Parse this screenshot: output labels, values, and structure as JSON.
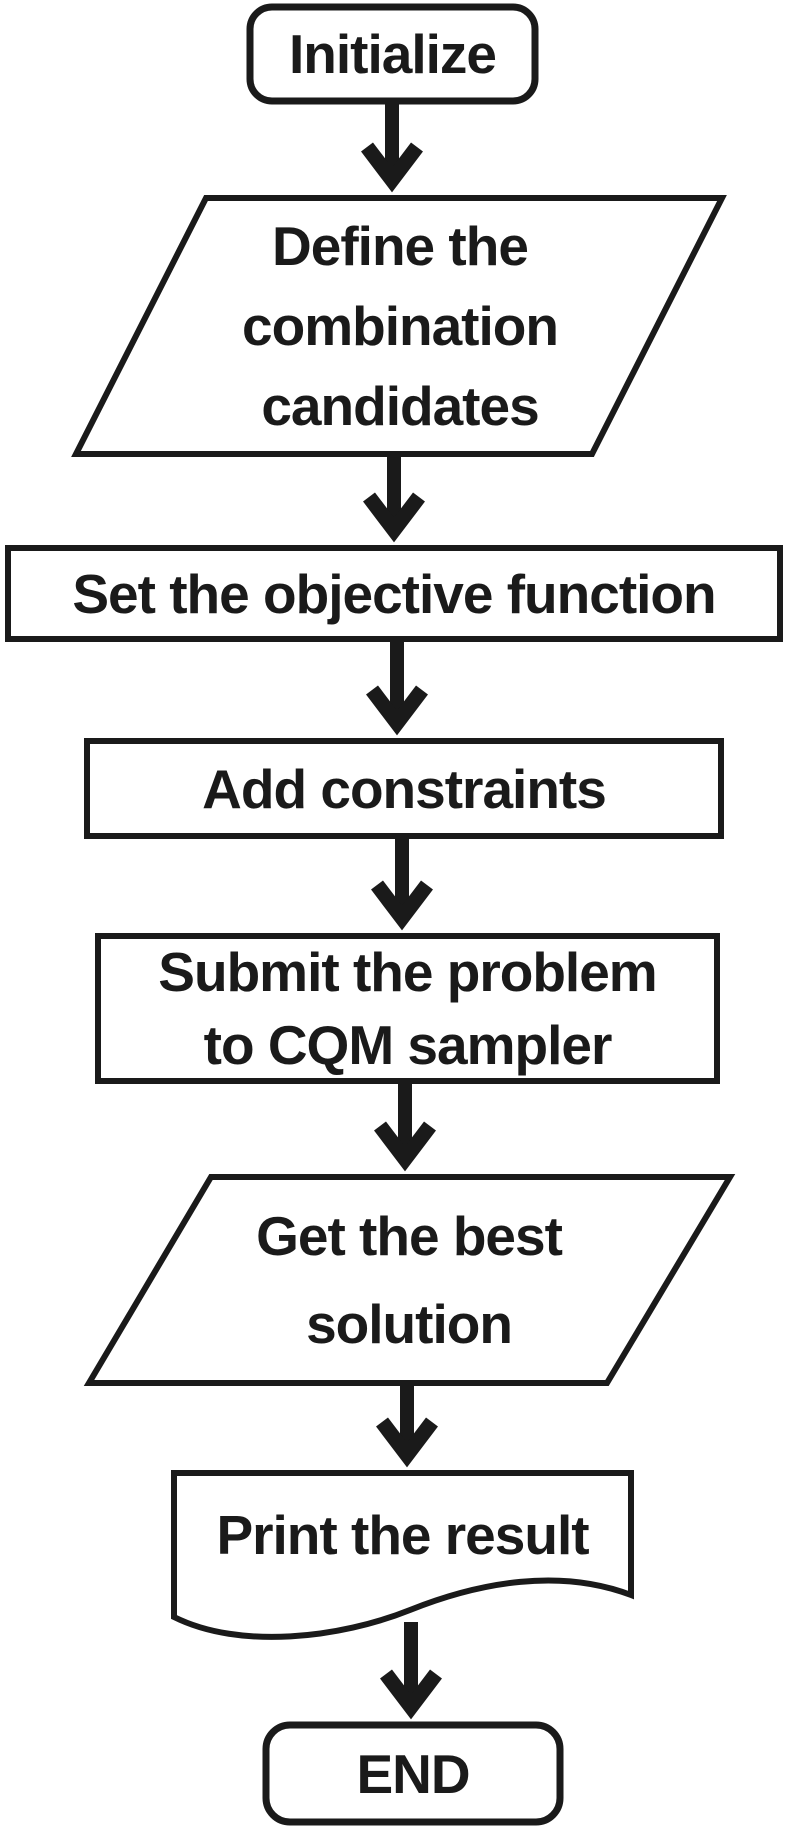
{
  "figure": {
    "type": "flowchart",
    "orientation": "top-to-bottom",
    "background_color": "#ffffff",
    "line_color": "#1a1a1a",
    "text_color": "#1a1a1a"
  },
  "nodes": [
    {
      "id": "start",
      "shape": "rounded-rectangle",
      "role": "terminator",
      "label": "Initialize"
    },
    {
      "id": "define",
      "shape": "parallelogram",
      "role": "input-output",
      "label": "Define the\ncombination\ncandidates"
    },
    {
      "id": "objective",
      "shape": "rectangle",
      "role": "process",
      "label": "Set the objective function"
    },
    {
      "id": "constraints",
      "shape": "rectangle",
      "role": "process",
      "label": "Add constraints"
    },
    {
      "id": "submit",
      "shape": "rectangle",
      "role": "process",
      "label": "Submit the problem\nto CQM sampler"
    },
    {
      "id": "best",
      "shape": "parallelogram",
      "role": "input-output",
      "label": "Get the best\nsolution"
    },
    {
      "id": "print",
      "shape": "document",
      "role": "output",
      "label": "Print the result"
    },
    {
      "id": "end",
      "shape": "rounded-rectangle",
      "role": "terminator",
      "label": "END"
    }
  ],
  "edges": [
    {
      "from": "start",
      "to": "define",
      "style": "arrow-down"
    },
    {
      "from": "define",
      "to": "objective",
      "style": "arrow-down"
    },
    {
      "from": "objective",
      "to": "constraints",
      "style": "arrow-down"
    },
    {
      "from": "constraints",
      "to": "submit",
      "style": "arrow-down"
    },
    {
      "from": "submit",
      "to": "best",
      "style": "arrow-down"
    },
    {
      "from": "best",
      "to": "print",
      "style": "arrow-down"
    },
    {
      "from": "print",
      "to": "end",
      "style": "arrow-down"
    }
  ]
}
